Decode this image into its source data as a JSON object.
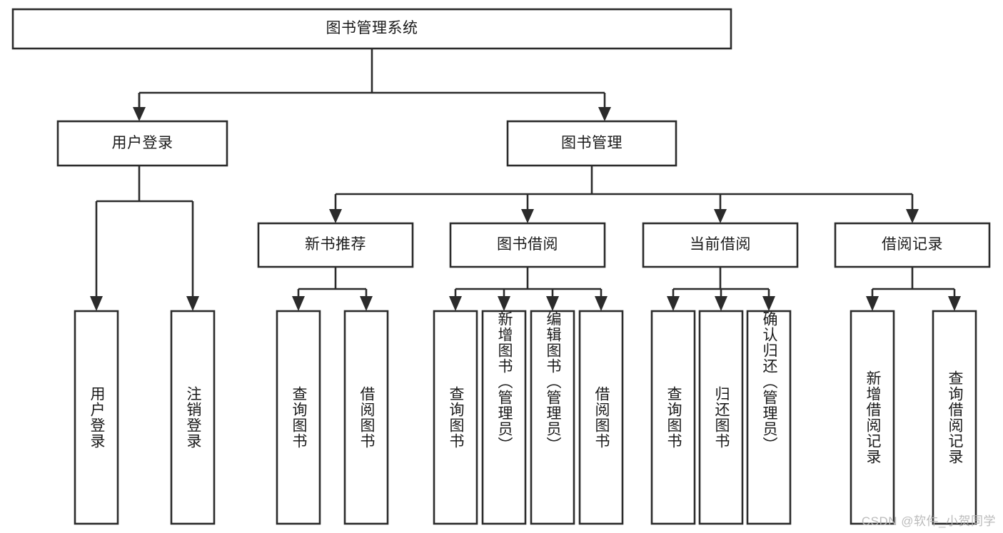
{
  "diagram": {
    "type": "tree",
    "title": "图书管理系统",
    "orientation": "top-down",
    "colors": {
      "stroke": "#2b2b2b",
      "fill": "#ffffff",
      "text": "#1a1a1a",
      "watermark": "#b8b8b8",
      "background": "#ffffff"
    },
    "root": {
      "label": "图书管理系统"
    },
    "level2": [
      {
        "label": "用户登录"
      },
      {
        "label": "图书管理"
      }
    ],
    "level3": [
      {
        "label": "新书推荐"
      },
      {
        "label": "图书借阅"
      },
      {
        "label": "当前借阅"
      },
      {
        "label": "借阅记录"
      }
    ],
    "leaves": {
      "user_login": [
        {
          "label": "用户登录"
        },
        {
          "label": "注销登录"
        }
      ],
      "new_book_recommend": [
        {
          "label": "查询图书"
        },
        {
          "label": "借阅图书"
        }
      ],
      "book_borrow": [
        {
          "label": "查询图书"
        },
        {
          "label": "新增图书（管理员）"
        },
        {
          "label": "编辑图书（管理员）"
        },
        {
          "label": "借阅图书"
        }
      ],
      "current_borrow": [
        {
          "label": "查询图书"
        },
        {
          "label": "归还图书"
        },
        {
          "label": "确认归还（管理员）"
        }
      ],
      "borrow_record": [
        {
          "label": "新增借阅记录"
        },
        {
          "label": "查询借阅记录"
        }
      ]
    }
  },
  "watermark": {
    "text": "CSDN @软件_小贺同学"
  }
}
